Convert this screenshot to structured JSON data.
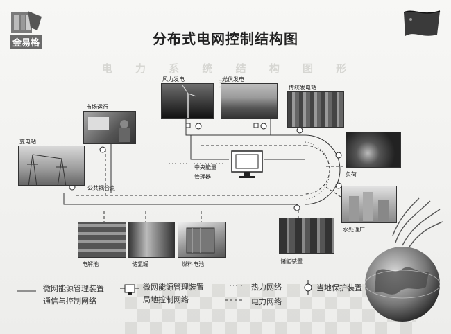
{
  "brand": {
    "logo_text": "金易格"
  },
  "title": "分布式电网控制结构图",
  "watermark": "电 力 系 统 结 构 图 形 式",
  "nodes": {
    "wind": "风力发电",
    "pv": "光伏发电",
    "traditional": "传统发电站",
    "market": "市场运行",
    "substation": "变电站",
    "central_line1": "中央能量",
    "central_line2": "管理器",
    "load": "负荷",
    "pcc": "公共耦合点",
    "water": "水处理厂",
    "electrolysis": "电解池",
    "hydrogen": "储氢罐",
    "fuelcell": "燃料电池",
    "storage": "储能装置"
  },
  "legend": {
    "comm_line1": "微网能源管理装置",
    "comm_line2": "通信与控制网络",
    "local_line1": "微网能源管理装置",
    "local_line2": "局地控制网络",
    "thermal": "热力网络",
    "power": "电力网络",
    "protection": "当地保护装置"
  },
  "colors": {
    "line": "#333333",
    "frame": "#222222",
    "accent": "#6a2a2a"
  }
}
